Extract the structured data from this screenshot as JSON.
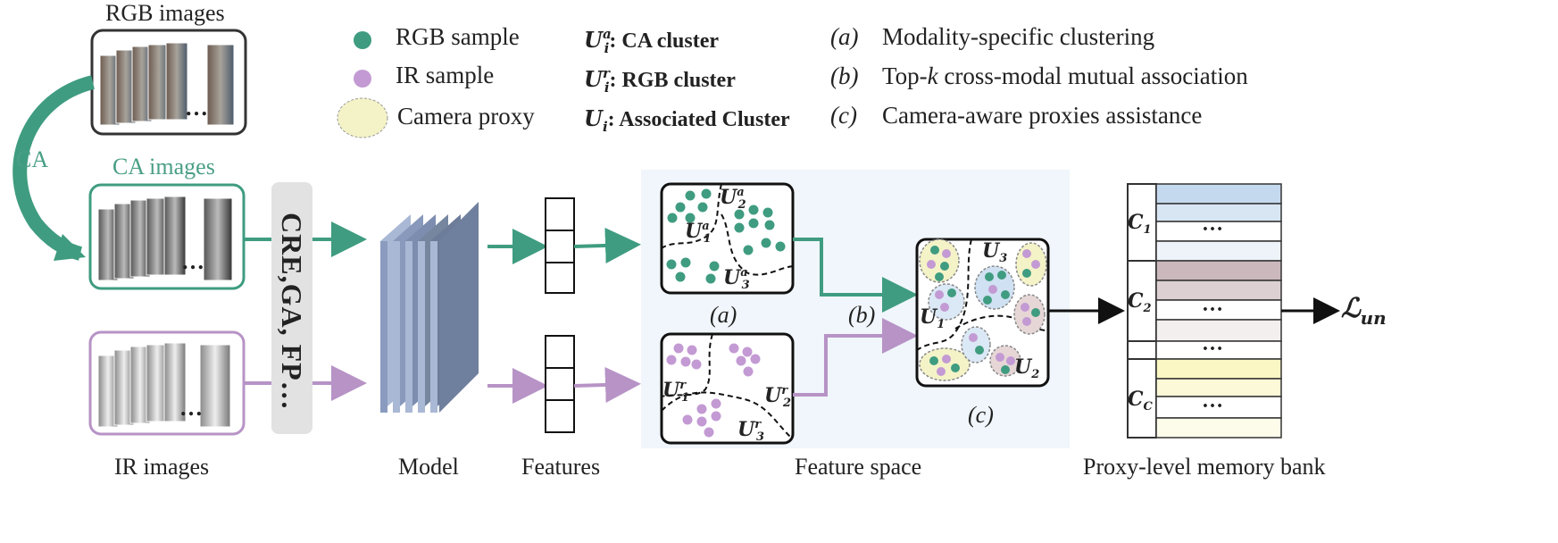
{
  "colors": {
    "teal": "#3f9c80",
    "purple": "#b793c6",
    "panel_bg": "#f0f6fb",
    "model": "#8a9bbf",
    "proxy_fill": "#f4f3c7",
    "memory_rows": [
      "#c5d9ee",
      "#d4c3c6",
      "#fbf7c4"
    ]
  },
  "legend": {
    "rgb_sample": "RGB sample",
    "ir_sample": "IR sample",
    "camera_proxy": "Camera proxy",
    "ua_sym": "U",
    "ua_sup": "a",
    "ua_sub": "i",
    "ua_text": ": CA cluster",
    "ur_sym": "U",
    "ur_sup": "r",
    "ur_sub": "i",
    "ur_text": ": RGB cluster",
    "u_sym": "U",
    "u_sub": "i",
    "u_text": ": Associated Cluster",
    "a_tag": "(a)",
    "a_text": "Modality-specific clustering",
    "b_tag": "(b)",
    "b_text_pre": "Top-",
    "b_text_k": "k",
    "b_text_post": " cross-modal mutual association",
    "c_tag": "(c)",
    "c_text": "Camera-aware proxies assistance"
  },
  "inputs": {
    "rgb_title": "RGB images",
    "ca_title": "CA images",
    "ir_title": "IR images",
    "ca_arrow": "CA",
    "aug_box": "CRE,GA, FP…",
    "ellipsis": "…"
  },
  "labels": {
    "model": "Model",
    "features": "Features",
    "feature_space": "Feature space",
    "memory_bank": "Proxy-level memory bank",
    "panel_a": "(a)",
    "panel_b": "(b)",
    "panel_c": "(c)",
    "loss": "ℒ",
    "loss_sub": "un"
  },
  "clusters": {
    "u": "U",
    "u1a_sup": "a",
    "u1a_sub": "1",
    "u2a_sup": "a",
    "u2a_sub": "2",
    "u3a_sup": "a",
    "u3a_sub": "3",
    "u1r_sup": "r",
    "u1r_sub": "1",
    "u2r_sup": "r",
    "u2r_sub": "2",
    "u3r_sup": "r",
    "u3r_sub": "3",
    "u1_sub": "1",
    "u2_sub": "2",
    "u3_sub": "3"
  },
  "memory": {
    "c1": "C",
    "c1_sub": "1",
    "c2": "C",
    "c2_sub": "2",
    "cc": "C",
    "cc_sub": "C",
    "dots": "…"
  }
}
